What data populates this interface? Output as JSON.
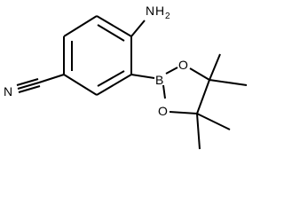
{
  "molecule": {
    "labels": {
      "amine_N": "N",
      "amine_H": "H",
      "amine_H_count": "2",
      "nitrile_N": "N",
      "boron": "B",
      "oxygen_upper": "O",
      "oxygen_lower": "O"
    }
  },
  "colors": {
    "bond": "#000000",
    "background": "#ffffff"
  }
}
